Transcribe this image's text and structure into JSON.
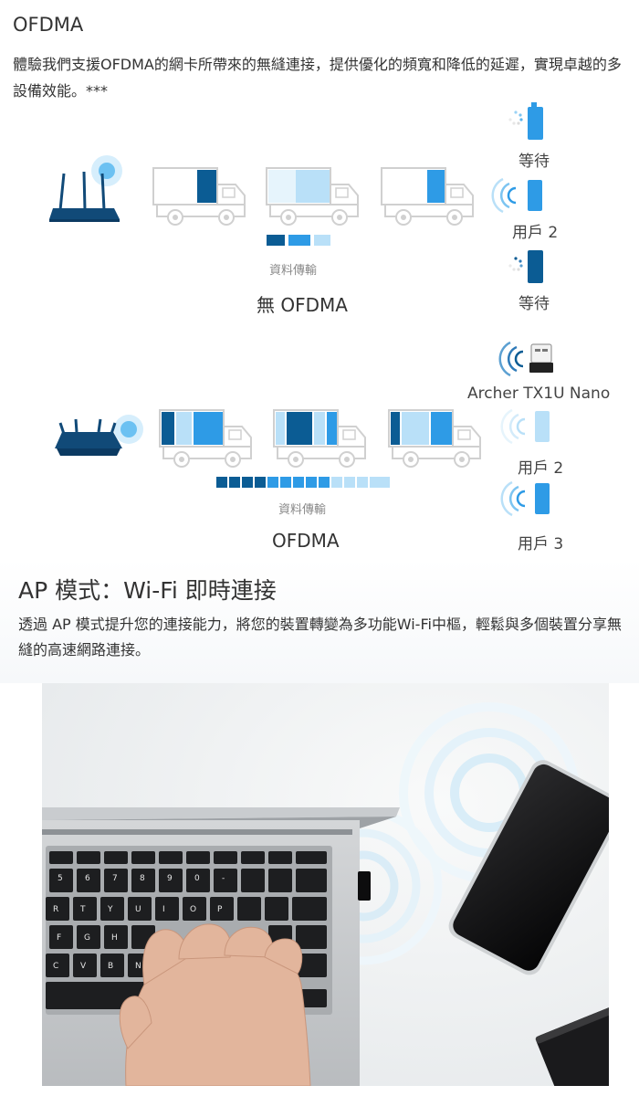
{
  "ofdma_section": {
    "title": "OFDMA",
    "description": "體驗我們支援OFDMA的網卡所帶來的無縫連接，提供優化的頻寬和降低的延遲，實現卓越的多設備效能。***"
  },
  "diagram_no_ofdma": {
    "transfer_label": "資料傳輸",
    "caption": "無 OFDMA",
    "devices": [
      "等待",
      "用戶 2",
      "等待"
    ]
  },
  "diagram_ofdma": {
    "adapter_label": "Archer TX1U Nano",
    "transfer_label": "資料傳輸",
    "caption": "OFDMA",
    "devices": [
      "用戶 2",
      "用戶 3"
    ]
  },
  "ap_section": {
    "title": "AP 模式：Wi-Fi 即時連接",
    "description": "透過 AP 模式提升您的連接能力，將您的裝置轉變為多功能Wi-Fi中樞，輕鬆與多個裝置分享無縫的高速網路連接。"
  },
  "colors": {
    "dark_blue": "#0b5c94",
    "mid_blue": "#2e9be6",
    "light_blue": "#b9e0f8",
    "router_blue": "#114a78"
  },
  "keyboard": {
    "row1": [
      "5",
      "6",
      "7",
      "8",
      "9",
      "0",
      "-"
    ],
    "row2": [
      "R",
      "T",
      "Y",
      "U",
      "I",
      "O",
      "P"
    ],
    "row3": [
      "F",
      "G",
      "H"
    ],
    "row4": [
      "C",
      "V",
      "B",
      "N"
    ]
  }
}
